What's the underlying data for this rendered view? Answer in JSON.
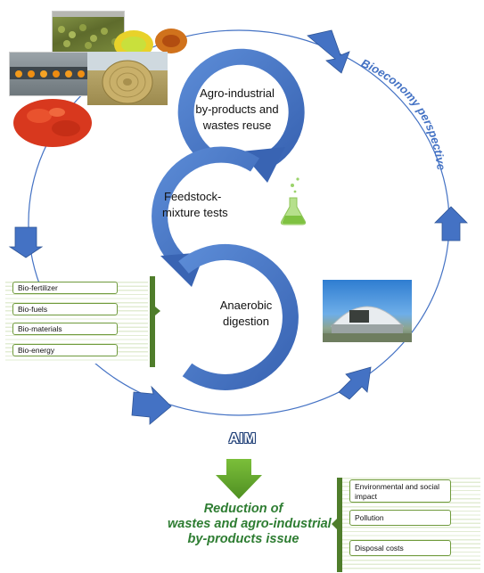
{
  "cycle": {
    "step1": "Agro-industrial by-products and wastes reuse",
    "step1_lines": [
      "Agro-industrial",
      "by-products and",
      "wastes reuse"
    ],
    "step2_lines": [
      "Feedstock-",
      "mixture tests"
    ],
    "step3_lines": [
      "Anaerobic",
      "digestion"
    ]
  },
  "perspective_label": "Bioeconomy perspective",
  "products": [
    "Bio-fertilizer",
    "Bio-fuels",
    "Bio-materials",
    "Bio-energy"
  ],
  "aim_label": "AIM",
  "goal_lines": [
    "Reduction of",
    "wastes and agro-industrial",
    "by-products issue"
  ],
  "issues": [
    "Environmental and social impact",
    "Pollution",
    "Disposal costs"
  ],
  "colors": {
    "loop_arrows": "#4472c4",
    "loop_arrow_dark": "#2f5597",
    "outer_circle": "#4472c4",
    "green_accent": "#4f7d2b",
    "aim_arrow": "#6aa32e",
    "goal_text": "#2e7d32",
    "perspective_text": "#4472c4"
  },
  "icons": [
    "flask-icon"
  ]
}
